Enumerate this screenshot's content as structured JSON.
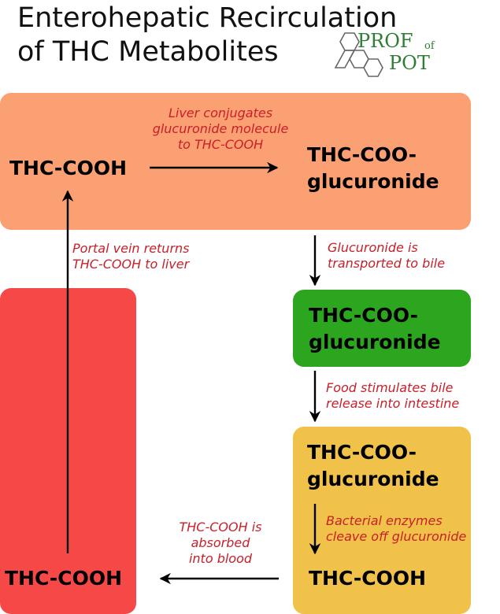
{
  "title": {
    "line1": "Enterohepatic Recirculation",
    "line2": "of THC Metabolites"
  },
  "logo": {
    "prof": "PROF",
    "of": "of",
    "pot": "POT",
    "icon": "hexagon-molecule-icon"
  },
  "colors": {
    "liver": "#fba072",
    "bile": "#2da61f",
    "intestine": "#f0c24a",
    "blood": "#f74848",
    "note": "#c8202a",
    "logo": "#2e7d32"
  },
  "nodes": {
    "liver_left": "THC-COOH",
    "liver_right_1": "THC-COO-",
    "liver_right_2": "glucuronide",
    "bile_1": "THC-COO-",
    "bile_2": "glucuronide",
    "intestine_1": "THC-COO-",
    "intestine_2": "glucuronide",
    "intestine_bottom": "THC-COOH",
    "blood": "THC-COOH"
  },
  "notes": {
    "liver_conjugates": [
      "Liver conjugates",
      "glucuronide molecule",
      "to THC-COOH"
    ],
    "transported": [
      "Glucuronide is",
      "transported to bile"
    ],
    "food": [
      "Food stimulates bile",
      "release into intestine"
    ],
    "bacterial": [
      "Bacterial enzymes",
      "cleave off glucuronide"
    ],
    "absorbed": [
      "THC-COOH is",
      "absorbed",
      "into blood"
    ],
    "portal": [
      "Portal vein returns",
      "THC-COOH to liver"
    ]
  }
}
